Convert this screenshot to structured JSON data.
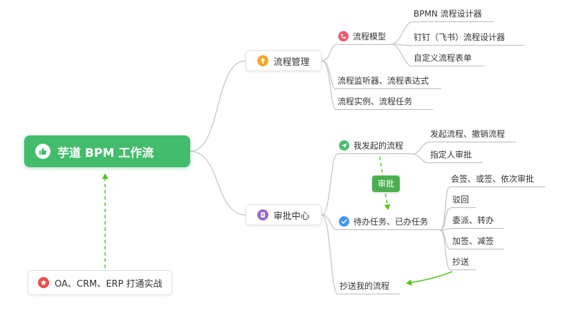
{
  "nodes": {
    "root": "芋道 BPM 工作流",
    "note": "OA、CRM、ERP 打通实战",
    "process_management": "流程管理",
    "process_model": "流程模型",
    "bpmn_designer": "BPMN 流程设计器",
    "dingtalk_designer": "钉钉（飞书）流程设计器",
    "custom_form": "自定义流程表单",
    "listener_expression": "流程监听器、流程表达式",
    "instance_task": "流程实例、流程任务",
    "approval_center": "审批中心",
    "my_initiated": "我发起的流程",
    "initiate_cancel": "发起流程、撤销流程",
    "assigned_approval": "指定人审批",
    "todo_done": "待办任务、已办任务",
    "countersign": "会签、或签、依次审批",
    "reject": "驳回",
    "delegate_transfer": "委派、转办",
    "add_remove_sign": "加签、减签",
    "cc": "抄送",
    "cc_my_process": "抄送我的流程",
    "approval_badge": "审批"
  },
  "colors": {
    "root_bg": "#43BC6B",
    "badge_bg": "#4CAF50",
    "arrow_green": "#52C41A",
    "connector_gray": "#CCCCCC",
    "icon_orange": "#F5A623",
    "icon_pink": "#F0596E",
    "icon_green": "#4DBE6E",
    "icon_blue": "#3E96F0",
    "icon_purple": "#9668D2",
    "icon_red": "#EA4C4C"
  }
}
